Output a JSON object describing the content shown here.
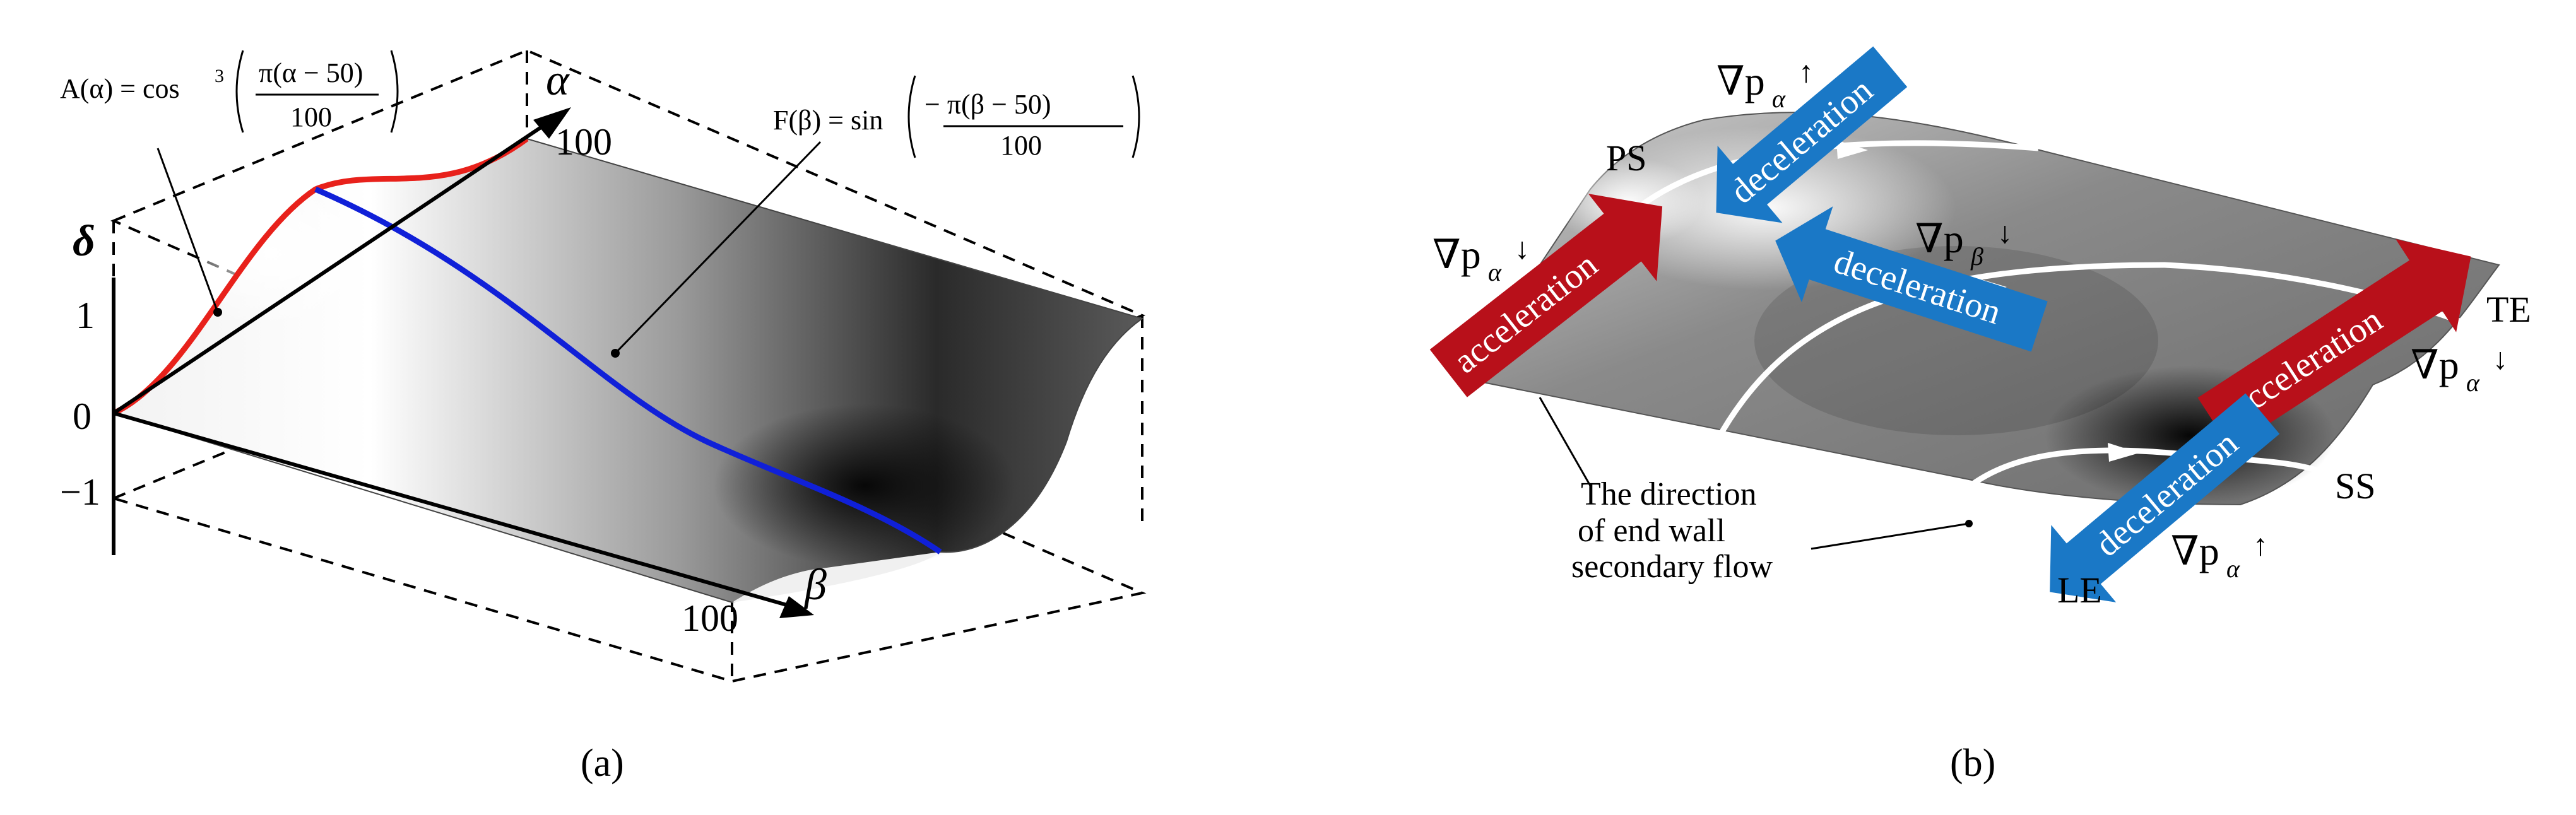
{
  "panel_a": {
    "label": "(a)",
    "axis_delta": "δ",
    "axis_alpha": "α",
    "axis_beta": "β",
    "tick_1": "1",
    "tick_0": "0",
    "tick_neg1": "−1",
    "tick_alpha_100": "100",
    "tick_beta_100": "100",
    "eq_A_left": "A(α) = cos",
    "eq_A_exp": "3",
    "eq_A_num": "π(α − 50)",
    "eq_A_den": "100",
    "eq_F_left": "F(β) = sin",
    "eq_F_num": "− π(β − 50)",
    "eq_F_den": "100",
    "colors": {
      "A_curve": "#e8211b",
      "F_curve": "#1020d8"
    }
  },
  "panel_b": {
    "label": "(b)",
    "region_ps": "PS",
    "region_ss": "SS",
    "region_le": "LE",
    "region_te": "TE",
    "grad_1": "∇p",
    "grad_1_sub": "α",
    "grad_1_arrow": "↑",
    "grad_2": "∇p",
    "grad_2_sub": "α",
    "grad_2_arrow": "↓",
    "grad_3": "∇p",
    "grad_3_sub": "β",
    "grad_3_arrow": "↓",
    "grad_4": "∇p",
    "grad_4_sub": "α",
    "grad_4_arrow": "↓",
    "grad_5": "∇p",
    "grad_5_sub": "α",
    "grad_5_arrow": "↑",
    "arrow_decel_1": "deceleration",
    "arrow_accel_1": "acceleration",
    "arrow_decel_2": "deceleration",
    "arrow_accel_2": "acceleration",
    "arrow_decel_3": "deceleration",
    "note_line_1": "The direction",
    "note_line_2": "of end wall",
    "note_line_3": "secondary flow",
    "colors": {
      "acceleration": "#b8101a",
      "deceleration": "#1a78c6"
    }
  }
}
